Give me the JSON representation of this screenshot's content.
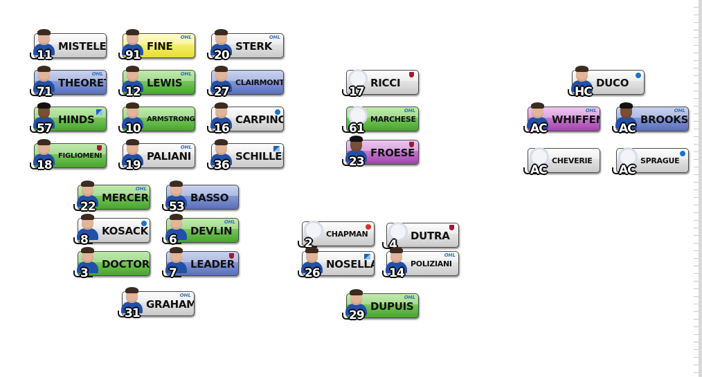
{
  "cards": [
    {
      "name": "MISTELE",
      "num": "11",
      "color": "grey",
      "league": "",
      "photo": "player"
    },
    {
      "name": "FINE",
      "num": "91",
      "color": "yellow",
      "league": "OHL",
      "photo": "player"
    },
    {
      "name": "STERK",
      "num": "20",
      "color": "grey",
      "league": "OHL",
      "photo": "player"
    },
    {
      "name": "THEORET",
      "num": "71",
      "color": "blue",
      "league": "OHL",
      "photo": "player"
    },
    {
      "name": "LEWIS",
      "num": "12",
      "color": "green",
      "league": "OHL",
      "photo": "player"
    },
    {
      "name": "CLAIRMONT",
      "num": "27",
      "color": "blue",
      "league": "",
      "photo": "player",
      "size": "small"
    },
    {
      "name": "HINDS",
      "num": "57",
      "color": "green",
      "league": "USHL",
      "photo": "player-dark"
    },
    {
      "name": "ARMSTRONG",
      "num": "10",
      "color": "green",
      "league": "",
      "photo": "player",
      "size": "tiny"
    },
    {
      "name": "CARPINO",
      "num": "16",
      "color": "grey",
      "league": "NCAA",
      "photo": "player"
    },
    {
      "name": "FIGLIOMENI",
      "num": "18",
      "color": "green",
      "league": "CHL",
      "photo": "player",
      "size": "tiny"
    },
    {
      "name": "PALIANI",
      "num": "19",
      "color": "grey",
      "league": "OHL",
      "photo": "player"
    },
    {
      "name": "SCHILLER",
      "num": "36",
      "color": "grey",
      "league": "USHL",
      "photo": "player"
    },
    {
      "name": "MERCER",
      "num": "22",
      "color": "green",
      "league": "OHL",
      "photo": "player"
    },
    {
      "name": "BASSO",
      "num": "53",
      "color": "blue",
      "league": "",
      "photo": "player"
    },
    {
      "name": "KOSACK",
      "num": "8",
      "color": "grey",
      "league": "NCAA",
      "photo": "player"
    },
    {
      "name": "DEVLIN",
      "num": "6",
      "color": "green",
      "league": "OHL",
      "photo": "player"
    },
    {
      "name": "DOCTOR",
      "num": "3",
      "color": "green",
      "league": "",
      "photo": "player"
    },
    {
      "name": "LEADER",
      "num": "7",
      "color": "blue",
      "league": "CHL",
      "photo": "player"
    },
    {
      "name": "GRAHAM",
      "num": "31",
      "color": "grey",
      "league": "OHL",
      "photo": "player"
    },
    {
      "name": "RICCI",
      "num": "17",
      "color": "grey",
      "league": "CHL",
      "photo": "logo"
    },
    {
      "name": "MARCHESE",
      "num": "61",
      "color": "green",
      "league": "OHL",
      "photo": "logo",
      "size": "small"
    },
    {
      "name": "FROESE",
      "num": "23",
      "color": "purple",
      "league": "CHL",
      "photo": "player-dark"
    },
    {
      "name": "CHAPMAN",
      "num": "2",
      "color": "grey",
      "league": "USA",
      "photo": "logo",
      "size": "small"
    },
    {
      "name": "DUTRA",
      "num": "4",
      "color": "grey",
      "league": "CHL",
      "photo": "logo"
    },
    {
      "name": "NOSELLA",
      "num": "26",
      "color": "grey",
      "league": "USHL",
      "photo": "player"
    },
    {
      "name": "POLIZIANI",
      "num": "14",
      "color": "grey",
      "league": "OHL",
      "photo": "player",
      "size": "small"
    },
    {
      "name": "DUPUIS",
      "num": "29",
      "color": "green",
      "league": "OHL",
      "photo": "player"
    },
    {
      "name": "DUCO",
      "num": "HC",
      "color": "grey",
      "league": "NCAA",
      "photo": "player"
    },
    {
      "name": "WHIFFEN",
      "num": "AC",
      "color": "purple",
      "league": "OHL",
      "photo": "player"
    },
    {
      "name": "BROOKS",
      "num": "AC",
      "color": "blue",
      "league": "OHL",
      "photo": "player-dark"
    },
    {
      "name": "CHEVERIE",
      "num": "AC",
      "color": "grey",
      "league": "",
      "photo": "logo",
      "size": "small"
    },
    {
      "name": "SPRAGUE",
      "num": "AC",
      "color": "grey",
      "league": "NCAA",
      "photo": "logo",
      "size": "small"
    }
  ]
}
